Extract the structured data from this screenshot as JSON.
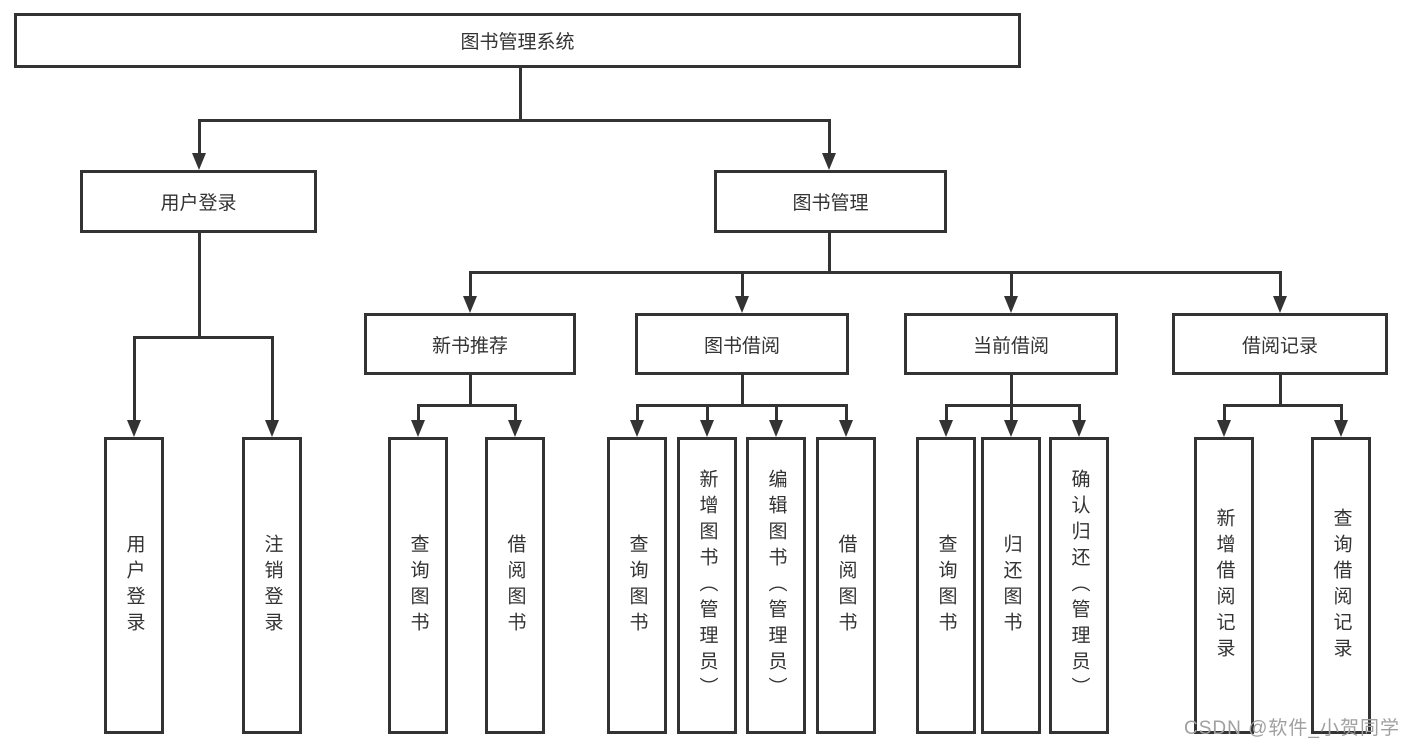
{
  "tree": {
    "root": "图书管理系统",
    "level1": [
      {
        "label": "用户登录",
        "leaves": [
          "用户登录",
          "注销登录"
        ]
      },
      {
        "label": "图书管理",
        "children": [
          {
            "label": "新书推荐",
            "leaves": [
              "查询图书",
              "借阅图书"
            ]
          },
          {
            "label": "图书借阅",
            "leaves": [
              "查询图书",
              "新增图书（管理员）",
              "编辑图书（管理员）",
              "借阅图书"
            ]
          },
          {
            "label": "当前借阅",
            "leaves": [
              "查询图书",
              "归还图书",
              "确认归还（管理员）"
            ]
          },
          {
            "label": "借阅记录",
            "leaves": [
              "新增借阅记录",
              "查询借阅记录"
            ]
          }
        ]
      }
    ]
  },
  "watermark": "CSDN @软件_小贺同学",
  "colors": {
    "line": "#333333",
    "box_border": "#333333",
    "box_fill": "#ffffff",
    "text": "#333333",
    "watermark": "#a0a0a0",
    "background": "#ffffff"
  }
}
